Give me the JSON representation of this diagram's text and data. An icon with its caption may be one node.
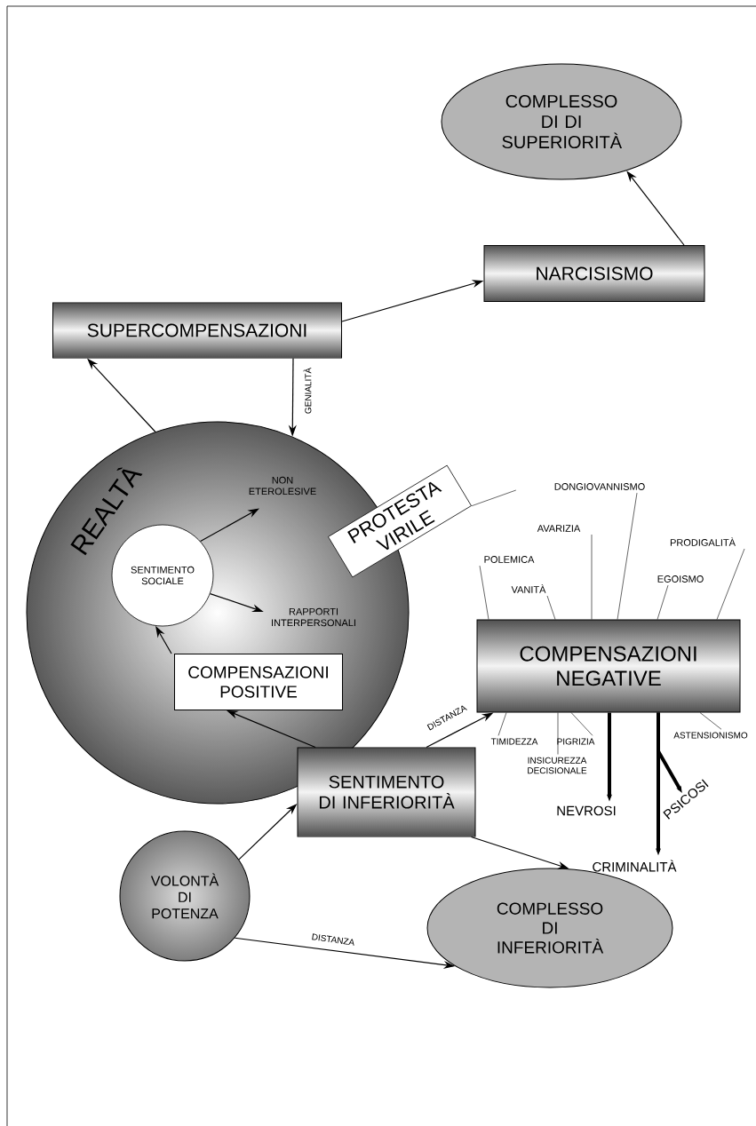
{
  "diagram": {
    "nodes": [
      {
        "text": [
          "COMPLESSO DI DI SUPERIORITÀ"
        ]
      },
      {
        "text": [
          "NARCISISMO"
        ]
      },
      {
        "text": [
          "SUPERCOMPENSAZIONI"
        ]
      },
      {
        "text": [
          "REALTÀ"
        ]
      },
      {
        "text": [
          "SENTIMENTO SOCIALE"
        ],
        "in": 3
      },
      {
        "text": [
          "NON ETEROLESIVE"
        ],
        "in": 3
      },
      {
        "text": [
          "RAPPORTI INTERPERSONALI"
        ],
        "in": 3
      },
      {
        "text": [
          "COMPENSAZIONI POSITIVE"
        ],
        "in": 3
      },
      {
        "text": [
          "PROTESTA VIRILE"
        ]
      },
      {
        "text": [
          "DONGIOVANNISMO"
        ]
      },
      {
        "text": [
          "AVARIZIA"
        ]
      },
      {
        "text": [
          "PRODIGALITÀ"
        ]
      },
      {
        "text": [
          "POLEMICA"
        ]
      },
      {
        "text": [
          "EGOISMO"
        ]
      },
      {
        "text": [
          "VANITÀ"
        ]
      },
      {
        "text": [
          "COMPENSAZIONI NEGATIVE"
        ]
      },
      {
        "text": [
          "TIMIDEZZA"
        ]
      },
      {
        "text": [
          "PIGRIZIA"
        ]
      },
      {
        "text": [
          "ASTENSIONISMO"
        ]
      },
      {
        "text": [
          "INSICUREZZA DECISIONALE"
        ]
      },
      {
        "text": [
          "SENTIMENTO DI INFERIORITÀ"
        ]
      },
      {
        "text": [
          "VOLONTÀ DI POTENZA"
        ]
      },
      {
        "text": [
          "NEVROSI"
        ]
      },
      {
        "text": [
          "PSICOSI"
        ]
      },
      {
        "text": [
          "CRIMINALITÀ"
        ]
      },
      {
        "text": [
          "COMPLESSO DI INFERIORITÀ"
        ]
      }
    ],
    "edges": [
      {
        "from": 1,
        "to": 0,
        "arrow": "to"
      },
      {
        "from": 2,
        "to": 1,
        "arrow": "to"
      },
      {
        "from": 3,
        "to": 2,
        "arrow": "to"
      },
      {
        "from": 2,
        "to": 3,
        "arrow": "to",
        "label": "GENIALITÀ"
      },
      {
        "from": 4,
        "to": 5,
        "arrow": "to"
      },
      {
        "from": 4,
        "to": 6,
        "arrow": "to"
      },
      {
        "from": 7,
        "to": 4,
        "arrow": "to"
      },
      {
        "from": 20,
        "to": 7,
        "arrow": "to"
      },
      {
        "from": 8,
        "to": 9,
        "arrow": "none"
      },
      {
        "from": 9,
        "to": 15,
        "arrow": "none"
      },
      {
        "from": 10,
        "to": 15,
        "arrow": "none"
      },
      {
        "from": 11,
        "to": 15,
        "arrow": "none"
      },
      {
        "from": 12,
        "to": 15,
        "arrow": "none"
      },
      {
        "from": 13,
        "to": 15,
        "arrow": "none"
      },
      {
        "from": 14,
        "to": 15,
        "arrow": "none"
      },
      {
        "from": 16,
        "to": 15,
        "arrow": "none"
      },
      {
        "from": 17,
        "to": 15,
        "arrow": "none"
      },
      {
        "from": 19,
        "to": 15,
        "arrow": "none"
      },
      {
        "from": 18,
        "to": 15,
        "arrow": "none"
      },
      {
        "from": 20,
        "to": 15,
        "arrow": "to",
        "label": "DISTANZA"
      },
      {
        "from": 15,
        "to": 22,
        "arrow": "to",
        "style": "thick"
      },
      {
        "from": 15,
        "to": 24,
        "arrow": "to",
        "style": "thick"
      },
      {
        "from": 15,
        "to": 23,
        "arrow": "to",
        "style": "thick"
      },
      {
        "from": 21,
        "to": 20,
        "arrow": "to"
      },
      {
        "from": 21,
        "to": 25,
        "arrow": "to",
        "label": "DISTANZA"
      },
      {
        "from": 20,
        "to": 25,
        "arrow": "to"
      }
    ]
  }
}
